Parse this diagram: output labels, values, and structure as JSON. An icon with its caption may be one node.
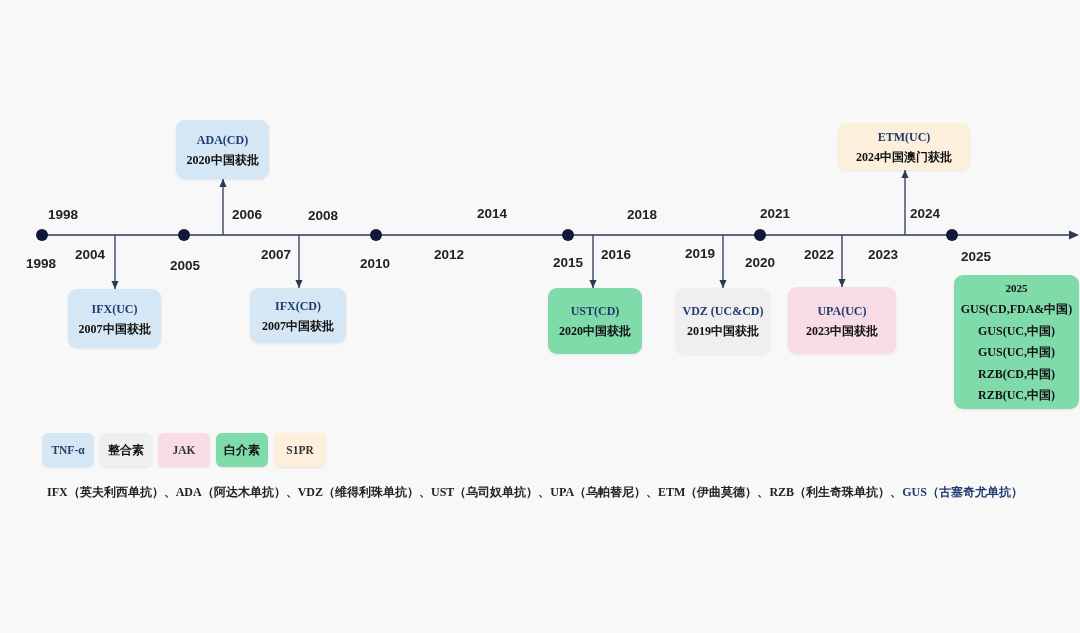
{
  "diagram": {
    "nodes": [
      {
        "text": [
          "IFX(UC)",
          "2007中国获批"
        ]
      },
      {
        "text": [
          "ADA(CD)",
          "2020中国获批"
        ]
      },
      {
        "text": [
          "IFX(CD)",
          "2007中国获批"
        ]
      },
      {
        "text": [
          "UST(CD)",
          "2020中国获批"
        ]
      },
      {
        "text": [
          "VDZ (UC&CD)",
          "2019中国获批"
        ]
      },
      {
        "text": [
          "UPA(UC)",
          "2023中国获批"
        ]
      },
      {
        "text": [
          "ETM(UC)",
          "2024中国澳门获批"
        ]
      },
      {
        "text": [
          "2025",
          "GUS(CD,FDA&中国)",
          "GUS(UC,中国)",
          "GUS(UC,中国)",
          "RZB(CD,中国)",
          "RZB(UC,中国)"
        ]
      }
    ],
    "edges": [
      {
        "from": null,
        "to": 0,
        "arrow": "to"
      },
      {
        "from": null,
        "to": 1,
        "arrow": "to"
      },
      {
        "from": null,
        "to": 2,
        "arrow": "to"
      },
      {
        "from": null,
        "to": 3,
        "arrow": "to"
      },
      {
        "from": null,
        "to": 4,
        "arrow": "to"
      },
      {
        "from": null,
        "to": 5,
        "arrow": "to"
      },
      {
        "from": null,
        "to": 6,
        "arrow": "to"
      }
    ],
    "labels": [
      "1998",
      "1998",
      "2004",
      "2005",
      "2006",
      "2007",
      "2008",
      "2010",
      "2012",
      "2014",
      "2015",
      "2016",
      "2018",
      "2019",
      "2020",
      "2021",
      "2022",
      "2023",
      "2024",
      "2025",
      "IFX（英夫利西单抗）、ADA（阿达木单抗）、VDZ（维得利珠单抗）、UST（乌司奴单抗）、UPA（乌帕替尼）、ETM（伊曲莫德）、RZB（利生奇珠单抗）、",
      "GUS（古塞奇尤单抗）"
    ],
    "legend": [
      {
        "text": "TNF-α",
        "color": "#d5e7f4"
      },
      {
        "text": "整合素",
        "color": "#efefef"
      },
      {
        "text": "JAK",
        "color": "#f7dce6"
      },
      {
        "text": "白介素",
        "color": "#80dbab"
      },
      {
        "text": "S1PR",
        "color": "#fcf0dc"
      }
    ]
  }
}
